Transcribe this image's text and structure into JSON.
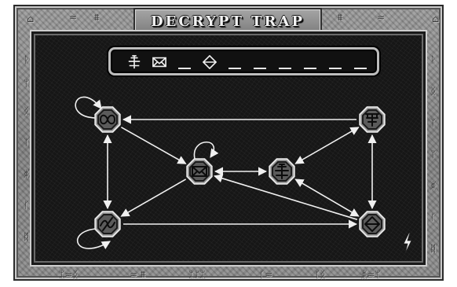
{
  "title": "DECRYPT TRAP",
  "code_sequence": [
    {
      "slot": 1,
      "filled": true,
      "icon": "crossed-lines-rune-icon"
    },
    {
      "slot": 2,
      "filled": true,
      "icon": "envelope-rune-icon"
    },
    {
      "slot": 3,
      "filled": false,
      "icon": "blank-slot"
    },
    {
      "slot": 4,
      "filled": true,
      "icon": "diamond-rune-icon"
    },
    {
      "slot": 5,
      "filled": false,
      "icon": "blank-slot"
    },
    {
      "slot": 6,
      "filled": false,
      "icon": "blank-slot"
    },
    {
      "slot": 7,
      "filled": false,
      "icon": "blank-slot"
    },
    {
      "slot": 8,
      "filled": false,
      "icon": "blank-slot"
    },
    {
      "slot": 9,
      "filled": false,
      "icon": "blank-slot"
    },
    {
      "slot": 10,
      "filled": false,
      "icon": "blank-slot"
    }
  ],
  "nodes": [
    {
      "id": "wave-top",
      "icon": "double-loop-rune-icon"
    },
    {
      "id": "trident",
      "icon": "trident-rune-icon"
    },
    {
      "id": "envelope",
      "icon": "envelope-rune-icon"
    },
    {
      "id": "crossed",
      "icon": "crossed-lines-rune-icon"
    },
    {
      "id": "wave-bottom",
      "icon": "wave-slash-rune-icon"
    },
    {
      "id": "diamond",
      "icon": "diamond-rune-icon"
    }
  ],
  "edges": [
    {
      "from": "trident",
      "to": "wave-top",
      "direction": "one-way"
    },
    {
      "from": "wave-top",
      "to": "envelope",
      "direction": "one-way"
    },
    {
      "from": "wave-top",
      "to": "wave-bottom",
      "direction": "two-way"
    },
    {
      "from": "wave-bottom",
      "to": "diamond",
      "direction": "one-way"
    },
    {
      "from": "envelope",
      "to": "wave-bottom",
      "direction": "one-way"
    },
    {
      "from": "envelope",
      "to": "crossed",
      "direction": "two-way"
    },
    {
      "from": "crossed",
      "to": "trident",
      "direction": "two-way"
    },
    {
      "from": "crossed",
      "to": "diamond",
      "direction": "two-way"
    },
    {
      "from": "diamond",
      "to": "envelope",
      "direction": "one-way"
    },
    {
      "from": "trident",
      "to": "diamond",
      "direction": "two-way"
    }
  ],
  "self_loops": [
    "wave-top",
    "envelope",
    "wave-bottom"
  ],
  "lightning_icon": "lightning-bolt-icon",
  "colors": {
    "frame": "#8c8c8c",
    "board": "#161616",
    "lines": "#f0f0f0",
    "node": "#8e8e8e"
  }
}
